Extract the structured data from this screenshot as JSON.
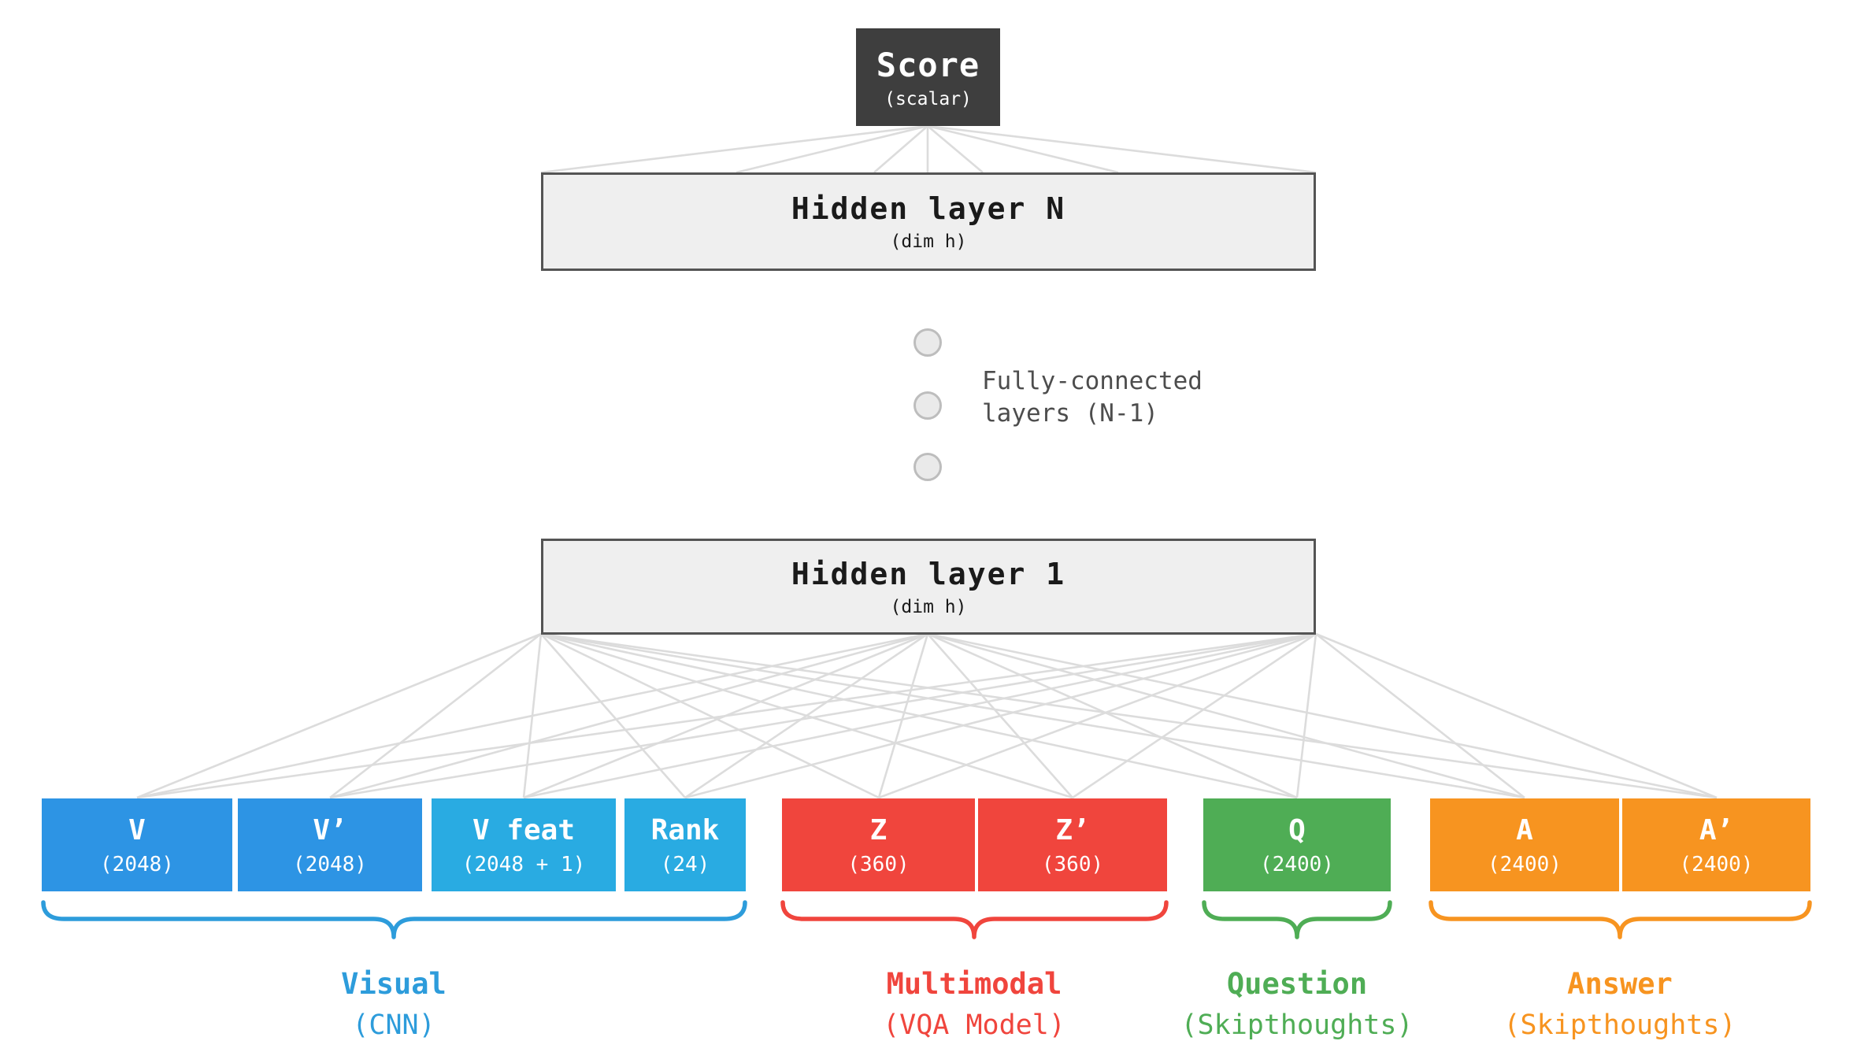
{
  "score": {
    "label": "Score",
    "dim": "(scalar)"
  },
  "hidden_top": {
    "label": "Hidden layer N",
    "dim": "(dim h)"
  },
  "hidden_bottom": {
    "label": "Hidden layer 1",
    "dim": "(dim h)"
  },
  "fc_note": {
    "line1": "Fully-connected",
    "line2": "layers (N-1)"
  },
  "groups": [
    {
      "name": "Visual",
      "sub": "(CNN)",
      "color": "#2D9CDB",
      "boxes": [
        {
          "label": "V",
          "dim": "(2048)"
        },
        {
          "label": "V’",
          "dim": "(2048)"
        },
        {
          "label": "V feat",
          "dim": "(2048 + 1)"
        },
        {
          "label": "Rank",
          "dim": "(24)"
        }
      ]
    },
    {
      "name": "Multimodal",
      "sub": "(VQA Model)",
      "color": "#F0453D",
      "boxes": [
        {
          "label": "Z",
          "dim": "(360)"
        },
        {
          "label": "Z’",
          "dim": "(360)"
        }
      ]
    },
    {
      "name": "Question",
      "sub": "(Skipthoughts)",
      "color": "#4FAD55",
      "boxes": [
        {
          "label": "Q",
          "dim": "(2400)"
        }
      ]
    },
    {
      "name": "Answer",
      "sub": "(Skipthoughts)",
      "color": "#F79420",
      "boxes": [
        {
          "label": "A",
          "dim": "(2400)"
        },
        {
          "label": "A’",
          "dim": "(2400)"
        }
      ]
    }
  ],
  "colors": {
    "score_bg": "#3E3E3E",
    "hidden_fill": "#EFEFEF",
    "hidden_border": "#545454",
    "connection_line": "#DCDCDC",
    "dot_fill": "#EAEAEA",
    "dot_border": "#BDBDBD",
    "note_text": "#4D4D4D",
    "blue": "#2D94E4",
    "blue_light": "#29ABE2",
    "red": "#F0453D",
    "green": "#4FAD55",
    "orange": "#F79420"
  }
}
